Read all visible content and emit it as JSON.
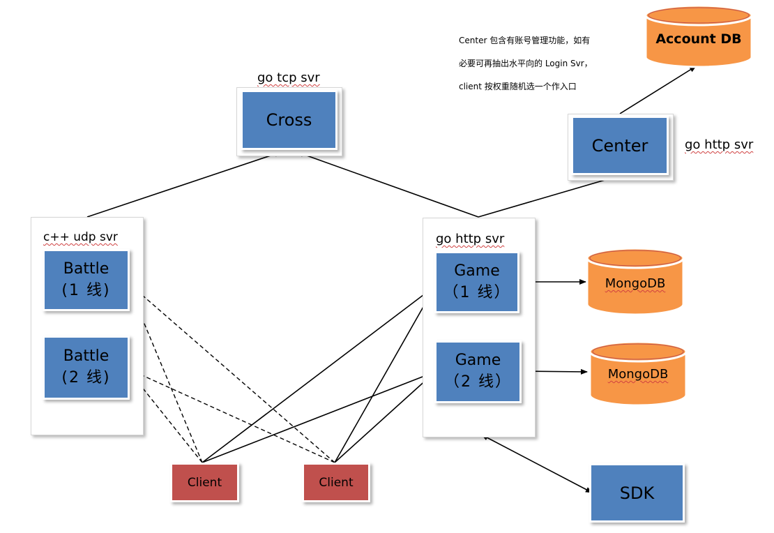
{
  "nodes": {
    "cross": {
      "label": "Cross",
      "caption": "go tcp svr"
    },
    "center": {
      "label": "Center",
      "caption": "go http svr"
    },
    "account_db": {
      "label": "Account DB"
    },
    "battle_group": {
      "caption": "c++ udp svr"
    },
    "battle_1": {
      "name": "Battle",
      "line": "(1  线)"
    },
    "battle_2": {
      "name": "Battle",
      "line": "(2  线)"
    },
    "game_group": {
      "caption": "go http svr"
    },
    "game_1": {
      "name": "Game",
      "line": "（1 线）"
    },
    "game_2": {
      "name": "Game",
      "line": "（2 线）"
    },
    "mongodb_1": {
      "label": "MongoDB"
    },
    "mongodb_2": {
      "label": "MongoDB"
    },
    "client_1": {
      "label": "Client"
    },
    "client_2": {
      "label": "Client"
    },
    "sdk": {
      "label": "SDK"
    }
  },
  "note": {
    "line1": "Center 包含有账号管理功能，如有",
    "line2": "必要可再抽出水平向的 Login Svr，",
    "line3": "client 按权重随机选一个作入口"
  },
  "colors": {
    "server_box": "#4f81bd",
    "client_box": "#c0504d",
    "database": "#f79646",
    "database_edge": "#c0504d",
    "connector": "#000000"
  }
}
